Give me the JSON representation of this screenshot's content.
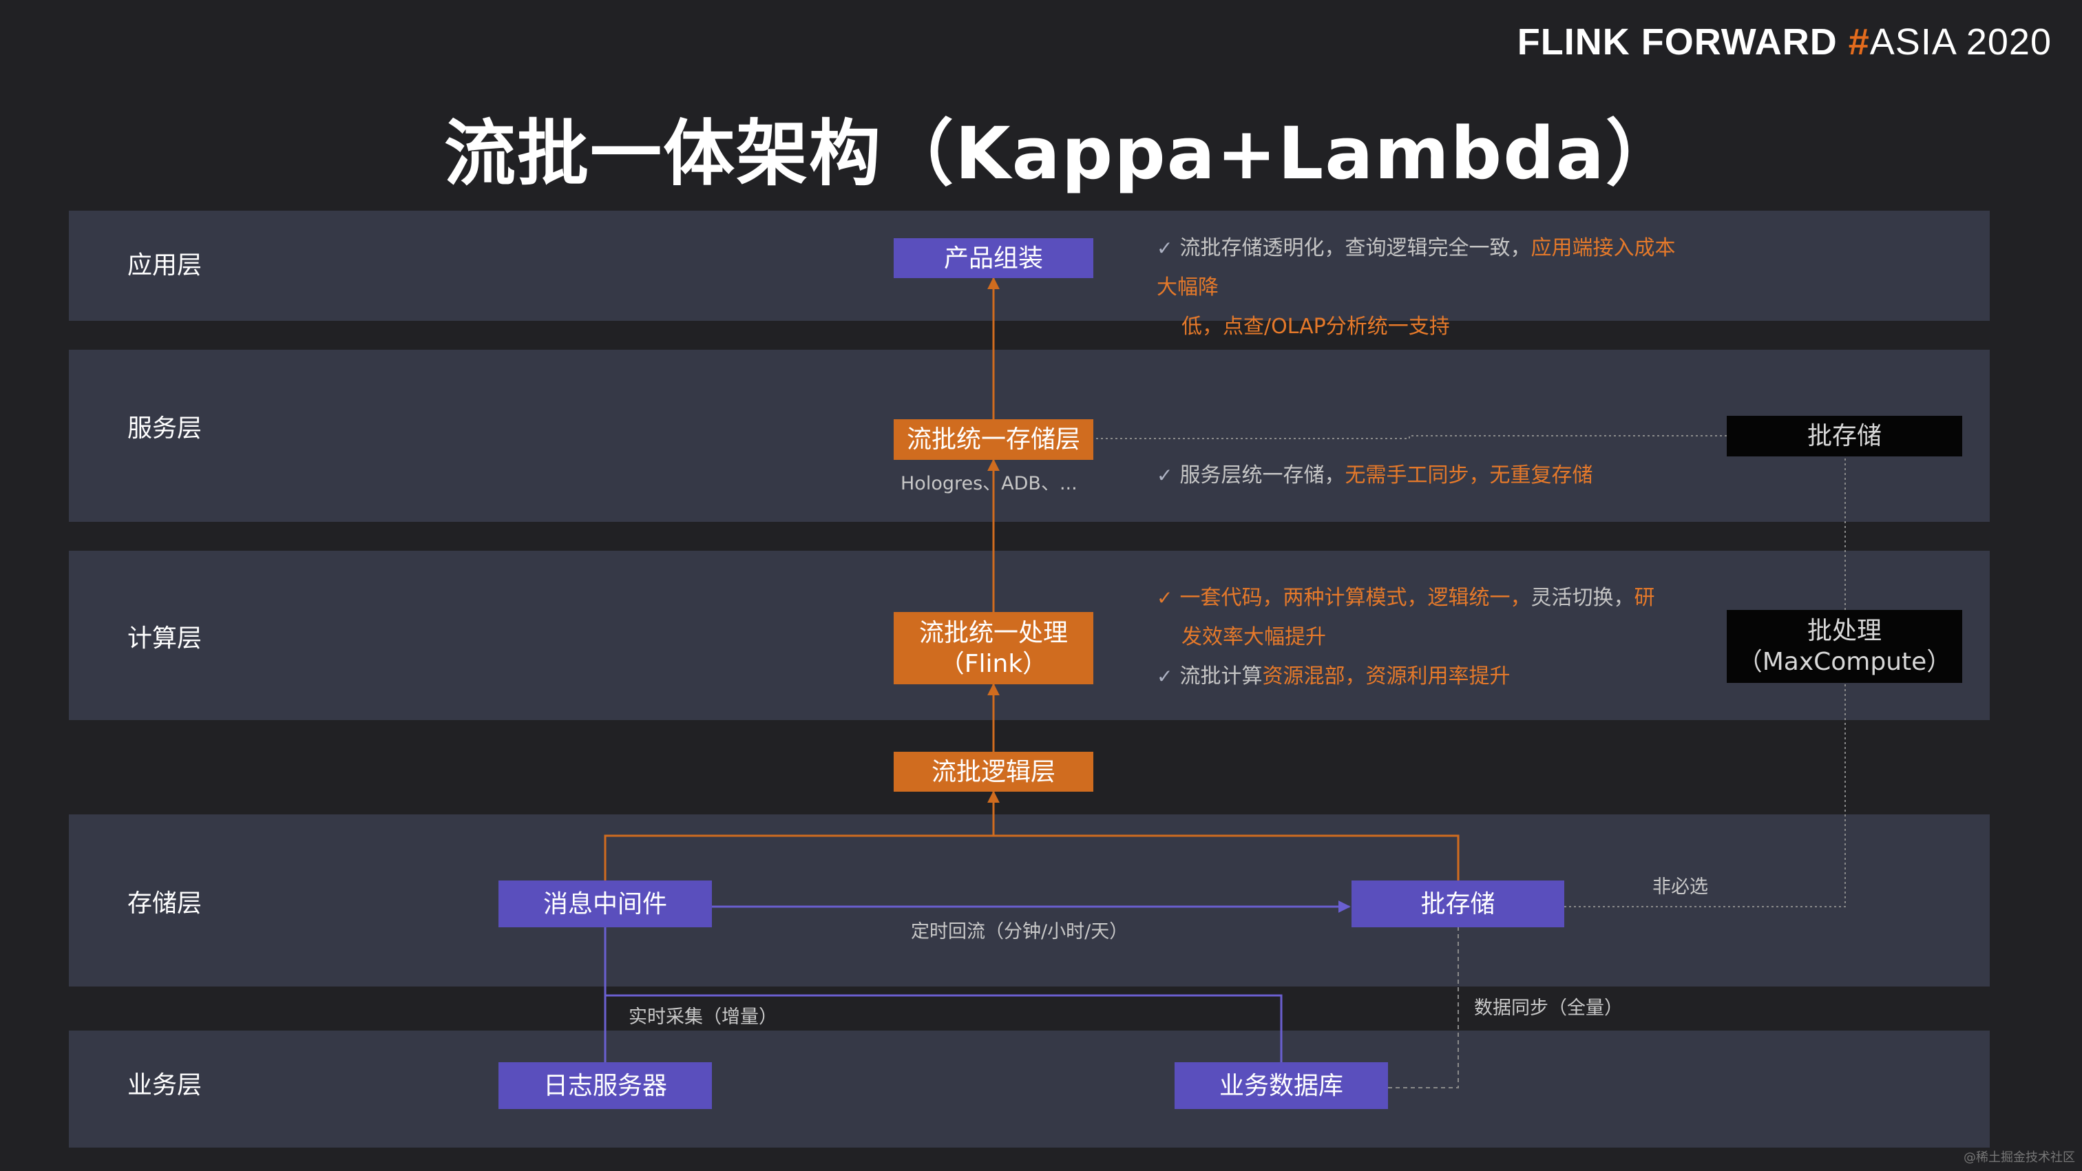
{
  "brand": {
    "part1": "FLINK FORWARD",
    "hash": "#",
    "part2": "ASIA 2020"
  },
  "title": "流批一体架构（Kappa+Lambda）",
  "layers": {
    "app": "应用层",
    "service": "服务层",
    "compute": "计算层",
    "storage": "存储层",
    "business": "业务层"
  },
  "boxes": {
    "product_assembly": "产品组装",
    "unified_storage": "流批统一存储层",
    "unified_storage_sub": "Hologres、ADB、...",
    "unified_processing_line1": "流批统一处理",
    "unified_processing_line2": "（Flink）",
    "logic_layer": "流批逻辑层",
    "batch_storage_top": "批存储",
    "batch_processing_line1": "批处理",
    "batch_processing_line2": "（MaxCompute）",
    "message_middleware": "消息中间件",
    "batch_storage": "批存储",
    "log_server": "日志服务器",
    "business_db": "业务数据库"
  },
  "notes": {
    "app": {
      "check": "✓",
      "gray": "流批存储透明化，查询逻辑完全一致，",
      "orange1": "应用端接入成本大幅降",
      "orange2": "低，点查/OLAP分析统一支持"
    },
    "service": {
      "check": "✓",
      "gray": "服务层统一存储，",
      "orange": "无需手工同步，无重复存储"
    },
    "compute1": {
      "check": "✓",
      "orange1": "一套代码，两种计算模式，逻辑统一，",
      "gray": "灵活切换，",
      "orange2": "研",
      "orange3": "发效率大幅提升"
    },
    "compute2": {
      "check": "✓",
      "gray": "流批计算",
      "orange": "资源混部，资源利用率提升"
    }
  },
  "edge_labels": {
    "timed_backflow": "定时回流（分钟/小时/天）",
    "optional": "非必选",
    "realtime_collect": "实时采集（增量）",
    "data_sync": "数据同步（全量）"
  },
  "colors": {
    "background": "#212124",
    "band": "#363947",
    "purple": "#5a4fbd",
    "orange": "#d06c1f",
    "accent_orange": "#e5792a",
    "black_box": "#050505"
  },
  "watermark": "@稀土掘金技术社区"
}
